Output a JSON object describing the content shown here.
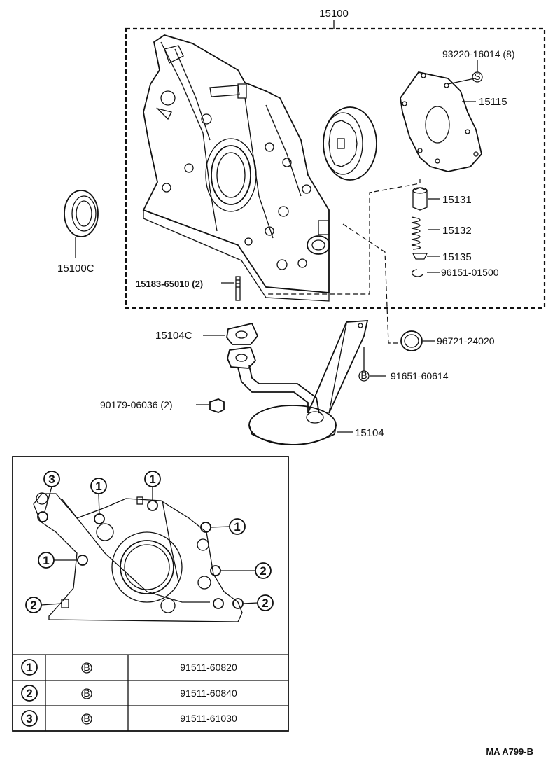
{
  "parts": {
    "main": "15100",
    "bolt_top": "93220-16014 (8)",
    "sym_s": "S",
    "cover_plate": "15115",
    "oil_seal": "15100C",
    "valve": "15131",
    "spring": "15132",
    "retainer": "15135",
    "snap_ring": "96151-01500",
    "stud": "15183-65010 (2)",
    "gasket": "15104C",
    "o_ring": "96721-24020",
    "bolt_b": "91651-60614",
    "sym_b": "B",
    "nut": "90179-06036 (2)",
    "strainer": "15104"
  },
  "callouts": {
    "one": "1",
    "two": "2",
    "three": "3"
  },
  "table": {
    "rows": [
      {
        "num": "1",
        "sym": "B",
        "part": "91511-60820"
      },
      {
        "num": "2",
        "sym": "B",
        "part": "91511-60840"
      },
      {
        "num": "3",
        "sym": "B",
        "part": "91511-61030"
      }
    ]
  },
  "footer": {
    "code": "MA  A799-B"
  }
}
